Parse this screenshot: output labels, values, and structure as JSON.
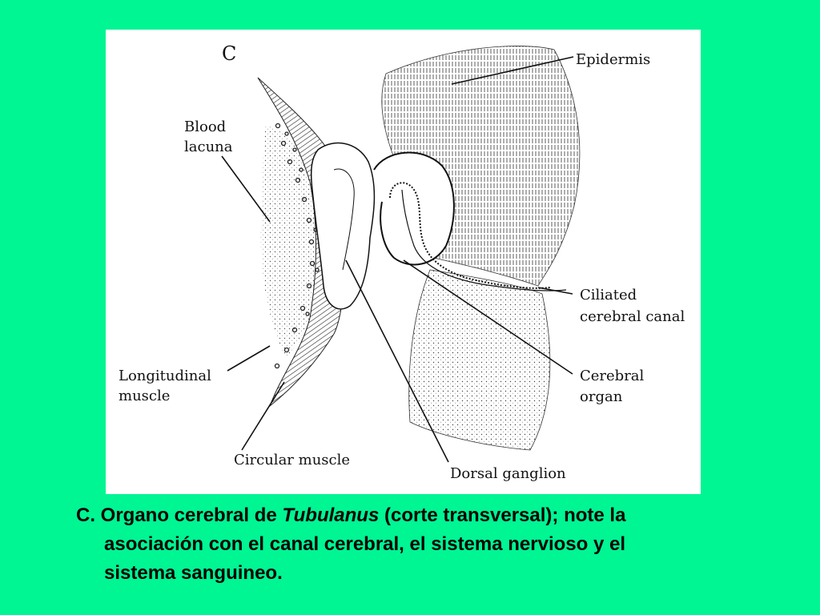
{
  "figure": {
    "panel_letter": "C",
    "labels": {
      "epidermis": "Epidermis",
      "blood_lacuna_1": "Blood",
      "blood_lacuna_2": "lacuna",
      "ciliated_1": "Ciliated",
      "ciliated_2": "cerebral canal",
      "longitudinal_1": "Longitudinal",
      "longitudinal_2": "muscle",
      "cerebral_organ_1": "Cerebral",
      "cerebral_organ_2": "organ",
      "circular_muscle": "Circular muscle",
      "dorsal_ganglion": "Dorsal ganglion"
    }
  },
  "caption": {
    "prefix": "C. Organo cerebral de ",
    "genus": "Tubulanus",
    "suffix": " (corte transversal); note la",
    "line2": "asociación con el canal cerebral, el sistema nervioso y el",
    "line3": "sistema sanguineo."
  }
}
